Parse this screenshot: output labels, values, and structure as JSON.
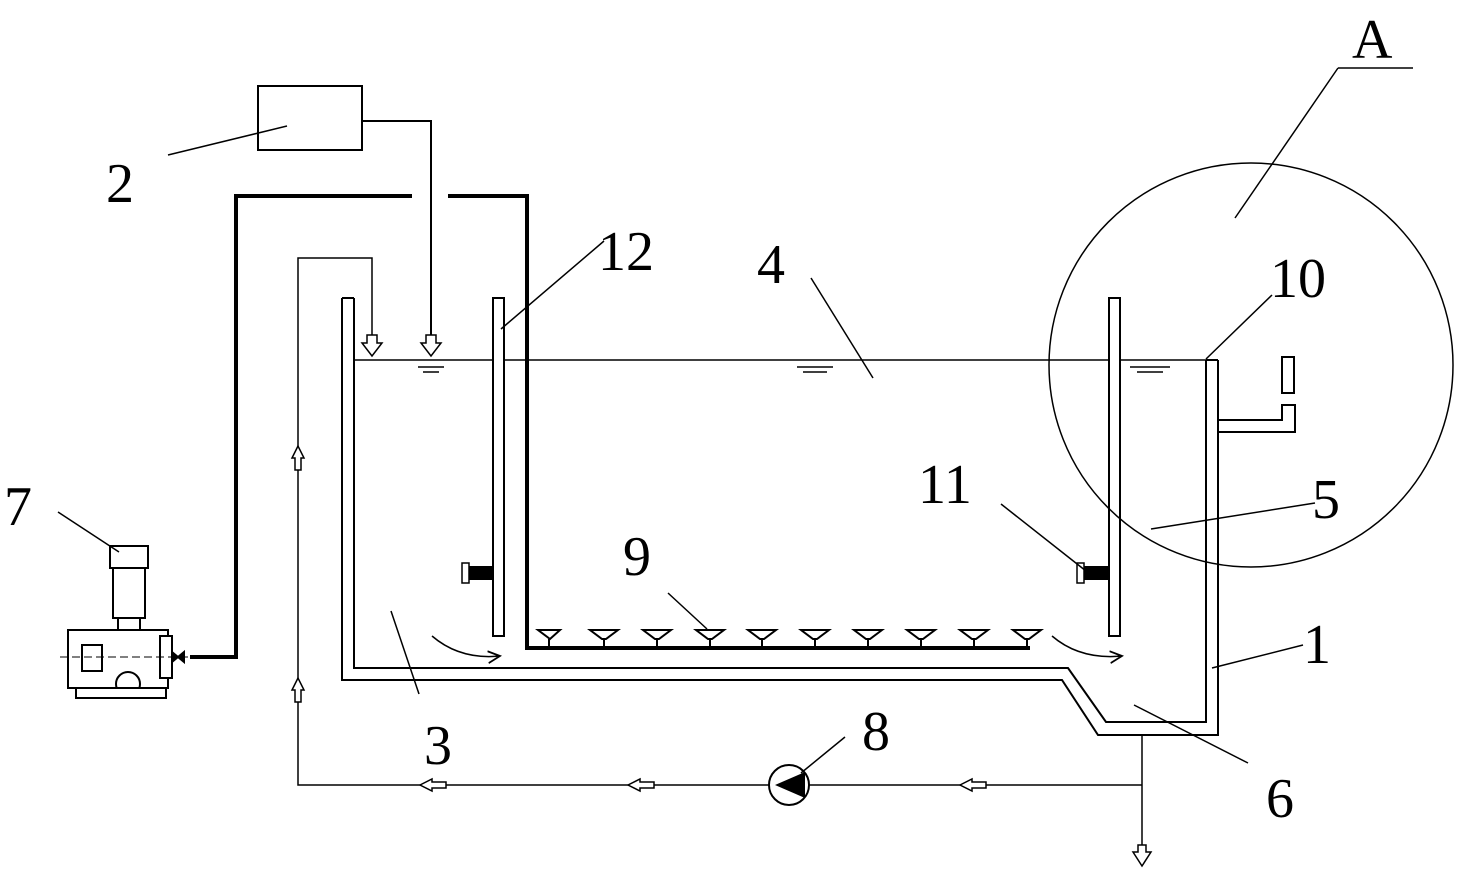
{
  "labels": {
    "l1": "1",
    "l2": "2",
    "l3": "3",
    "l4": "4",
    "l5": "5",
    "l6": "6",
    "l7": "7",
    "l8": "8",
    "l9": "9",
    "l10": "10",
    "l11": "11",
    "l12": "12",
    "lA": "A"
  },
  "colors": {
    "line": "#000000",
    "background": "#ffffff"
  }
}
